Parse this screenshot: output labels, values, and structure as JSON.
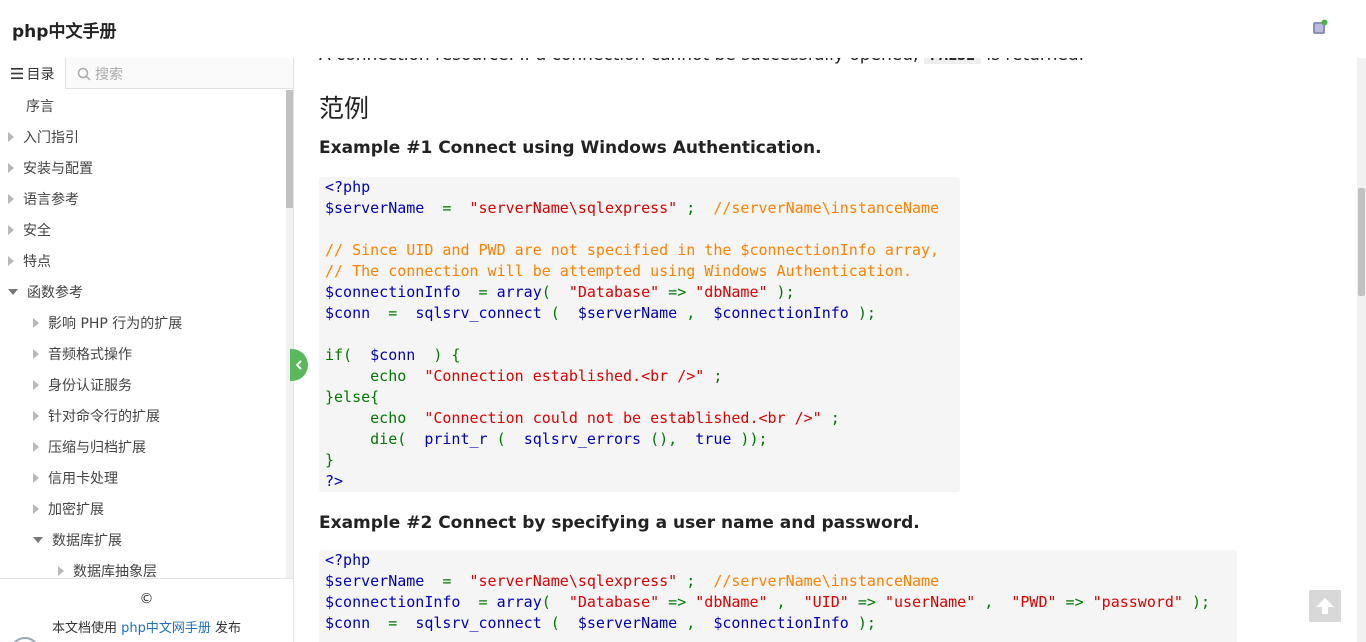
{
  "header": {
    "title": "php中文手册"
  },
  "sidebar": {
    "tab_toc": "目录",
    "search_placeholder": "搜索",
    "items": [
      {
        "label": "序言",
        "level": 0,
        "arrow": "none"
      },
      {
        "label": "入门指引",
        "level": 0,
        "arrow": "right"
      },
      {
        "label": "安装与配置",
        "level": 0,
        "arrow": "right"
      },
      {
        "label": "语言参考",
        "level": 0,
        "arrow": "right"
      },
      {
        "label": "安全",
        "level": 0,
        "arrow": "right"
      },
      {
        "label": "特点",
        "level": 0,
        "arrow": "right"
      },
      {
        "label": "函数参考",
        "level": 0,
        "arrow": "down"
      },
      {
        "label": "影响 PHP 行为的扩展",
        "level": 1,
        "arrow": "right"
      },
      {
        "label": "音频格式操作",
        "level": 1,
        "arrow": "right"
      },
      {
        "label": "身份认证服务",
        "level": 1,
        "arrow": "right"
      },
      {
        "label": "针对命令行的扩展",
        "level": 1,
        "arrow": "right"
      },
      {
        "label": "压缩与归档扩展",
        "level": 1,
        "arrow": "right"
      },
      {
        "label": "信用卡处理",
        "level": 1,
        "arrow": "right"
      },
      {
        "label": "加密扩展",
        "level": 1,
        "arrow": "right"
      },
      {
        "label": "数据库扩展",
        "level": 1,
        "arrow": "down"
      },
      {
        "label": "数据库抽象层",
        "level": 2,
        "arrow": "right"
      }
    ],
    "footer": {
      "copyright": "©",
      "credit_prefix": "本文档使用 ",
      "credit_link": "php中文网手册",
      "credit_suffix": " 发布"
    }
  },
  "main": {
    "cut_text_before": "A connection resource. If a connection cannot be successfully opened, ",
    "cut_text_code": "FALSE",
    "cut_text_after": " is returned.",
    "section_title": "范例",
    "example1": {
      "title": "Example #1 Connect using Windows Authentication.",
      "lines": [
        [
          {
            "t": "<?php",
            "c": "def"
          }
        ],
        [
          {
            "t": "$serverName",
            "c": "def"
          },
          {
            "t": "  =  ",
            "c": "kw"
          },
          {
            "t": "\"serverName\\sqlexpress\"",
            "c": "str"
          },
          {
            "t": " ;  ",
            "c": "kw"
          },
          {
            "t": "//serverName\\instanceName",
            "c": "cmt"
          }
        ],
        [],
        [
          {
            "t": "// Since UID and PWD are not specified in the $connectionInfo array,",
            "c": "cmt"
          }
        ],
        [
          {
            "t": "// The connection will be attempted using Windows Authentication.",
            "c": "cmt"
          }
        ],
        [
          {
            "t": "$connectionInfo",
            "c": "def"
          },
          {
            "t": "  = ",
            "c": "kw"
          },
          {
            "t": "array",
            "c": "def"
          },
          {
            "t": "(  ",
            "c": "kw"
          },
          {
            "t": "\"Database\"",
            "c": "str"
          },
          {
            "t": " => ",
            "c": "kw"
          },
          {
            "t": "\"dbName\"",
            "c": "str"
          },
          {
            "t": " );",
            "c": "kw"
          }
        ],
        [
          {
            "t": "$conn",
            "c": "def"
          },
          {
            "t": "  =  ",
            "c": "kw"
          },
          {
            "t": "sqlsrv_connect",
            "c": "def"
          },
          {
            "t": " (  ",
            "c": "kw"
          },
          {
            "t": "$serverName",
            "c": "def"
          },
          {
            "t": " ,  ",
            "c": "kw"
          },
          {
            "t": "$connectionInfo",
            "c": "def"
          },
          {
            "t": " );",
            "c": "kw"
          }
        ],
        [],
        [
          {
            "t": "if(  ",
            "c": "kw"
          },
          {
            "t": "$conn",
            "c": "def"
          },
          {
            "t": "  ) {",
            "c": "kw"
          }
        ],
        [
          {
            "t": "     echo  ",
            "c": "kw"
          },
          {
            "t": "\"Connection established.<br />\"",
            "c": "str"
          },
          {
            "t": " ;",
            "c": "kw"
          }
        ],
        [
          {
            "t": "}else{",
            "c": "kw"
          }
        ],
        [
          {
            "t": "     echo  ",
            "c": "kw"
          },
          {
            "t": "\"Connection could not be established.<br />\"",
            "c": "str"
          },
          {
            "t": " ;",
            "c": "kw"
          }
        ],
        [
          {
            "t": "     die(  ",
            "c": "kw"
          },
          {
            "t": "print_r",
            "c": "def"
          },
          {
            "t": " (  ",
            "c": "kw"
          },
          {
            "t": "sqlsrv_errors",
            "c": "def"
          },
          {
            "t": " (),  ",
            "c": "kw"
          },
          {
            "t": "true",
            "c": "def"
          },
          {
            "t": " ));",
            "c": "kw"
          }
        ],
        [
          {
            "t": "}",
            "c": "kw"
          }
        ],
        [
          {
            "t": "?>",
            "c": "def"
          }
        ]
      ]
    },
    "example2": {
      "title": "Example #2 Connect by specifying a user name and password.",
      "lines": [
        [
          {
            "t": "<?php",
            "c": "def"
          }
        ],
        [
          {
            "t": "$serverName",
            "c": "def"
          },
          {
            "t": "  =  ",
            "c": "kw"
          },
          {
            "t": "\"serverName\\sqlexpress\"",
            "c": "str"
          },
          {
            "t": " ;  ",
            "c": "kw"
          },
          {
            "t": "//serverName\\instanceName",
            "c": "cmt"
          }
        ],
        [
          {
            "t": "$connectionInfo",
            "c": "def"
          },
          {
            "t": "  = ",
            "c": "kw"
          },
          {
            "t": "array",
            "c": "def"
          },
          {
            "t": "(  ",
            "c": "kw"
          },
          {
            "t": "\"Database\"",
            "c": "str"
          },
          {
            "t": " => ",
            "c": "kw"
          },
          {
            "t": "\"dbName\"",
            "c": "str"
          },
          {
            "t": " ,  ",
            "c": "kw"
          },
          {
            "t": "\"UID\"",
            "c": "str"
          },
          {
            "t": " => ",
            "c": "kw"
          },
          {
            "t": "\"userName\"",
            "c": "str"
          },
          {
            "t": " ,  ",
            "c": "kw"
          },
          {
            "t": "\"PWD\"",
            "c": "str"
          },
          {
            "t": " => ",
            "c": "kw"
          },
          {
            "t": "\"password\"",
            "c": "str"
          },
          {
            "t": " );",
            "c": "kw"
          }
        ],
        [
          {
            "t": "$conn",
            "c": "def"
          },
          {
            "t": "  =  ",
            "c": "kw"
          },
          {
            "t": "sqlsrv_connect",
            "c": "def"
          },
          {
            "t": " (  ",
            "c": "kw"
          },
          {
            "t": "$serverName",
            "c": "def"
          },
          {
            "t": " ,  ",
            "c": "kw"
          },
          {
            "t": "$connectionInfo",
            "c": "def"
          },
          {
            "t": " );",
            "c": "kw"
          }
        ]
      ]
    }
  },
  "icons": {
    "menu": "menu-icon",
    "search": "search-icon",
    "collapse": "chevron-left-icon",
    "back_to_top": "arrow-up-icon",
    "header_app": "app-badge-icon"
  },
  "colors": {
    "keyword": "#007700",
    "default": "#0000bb",
    "string": "#dd0000",
    "comment": "#ff8000",
    "accent_green": "#5cb85c",
    "link": "#1e6fbf"
  }
}
